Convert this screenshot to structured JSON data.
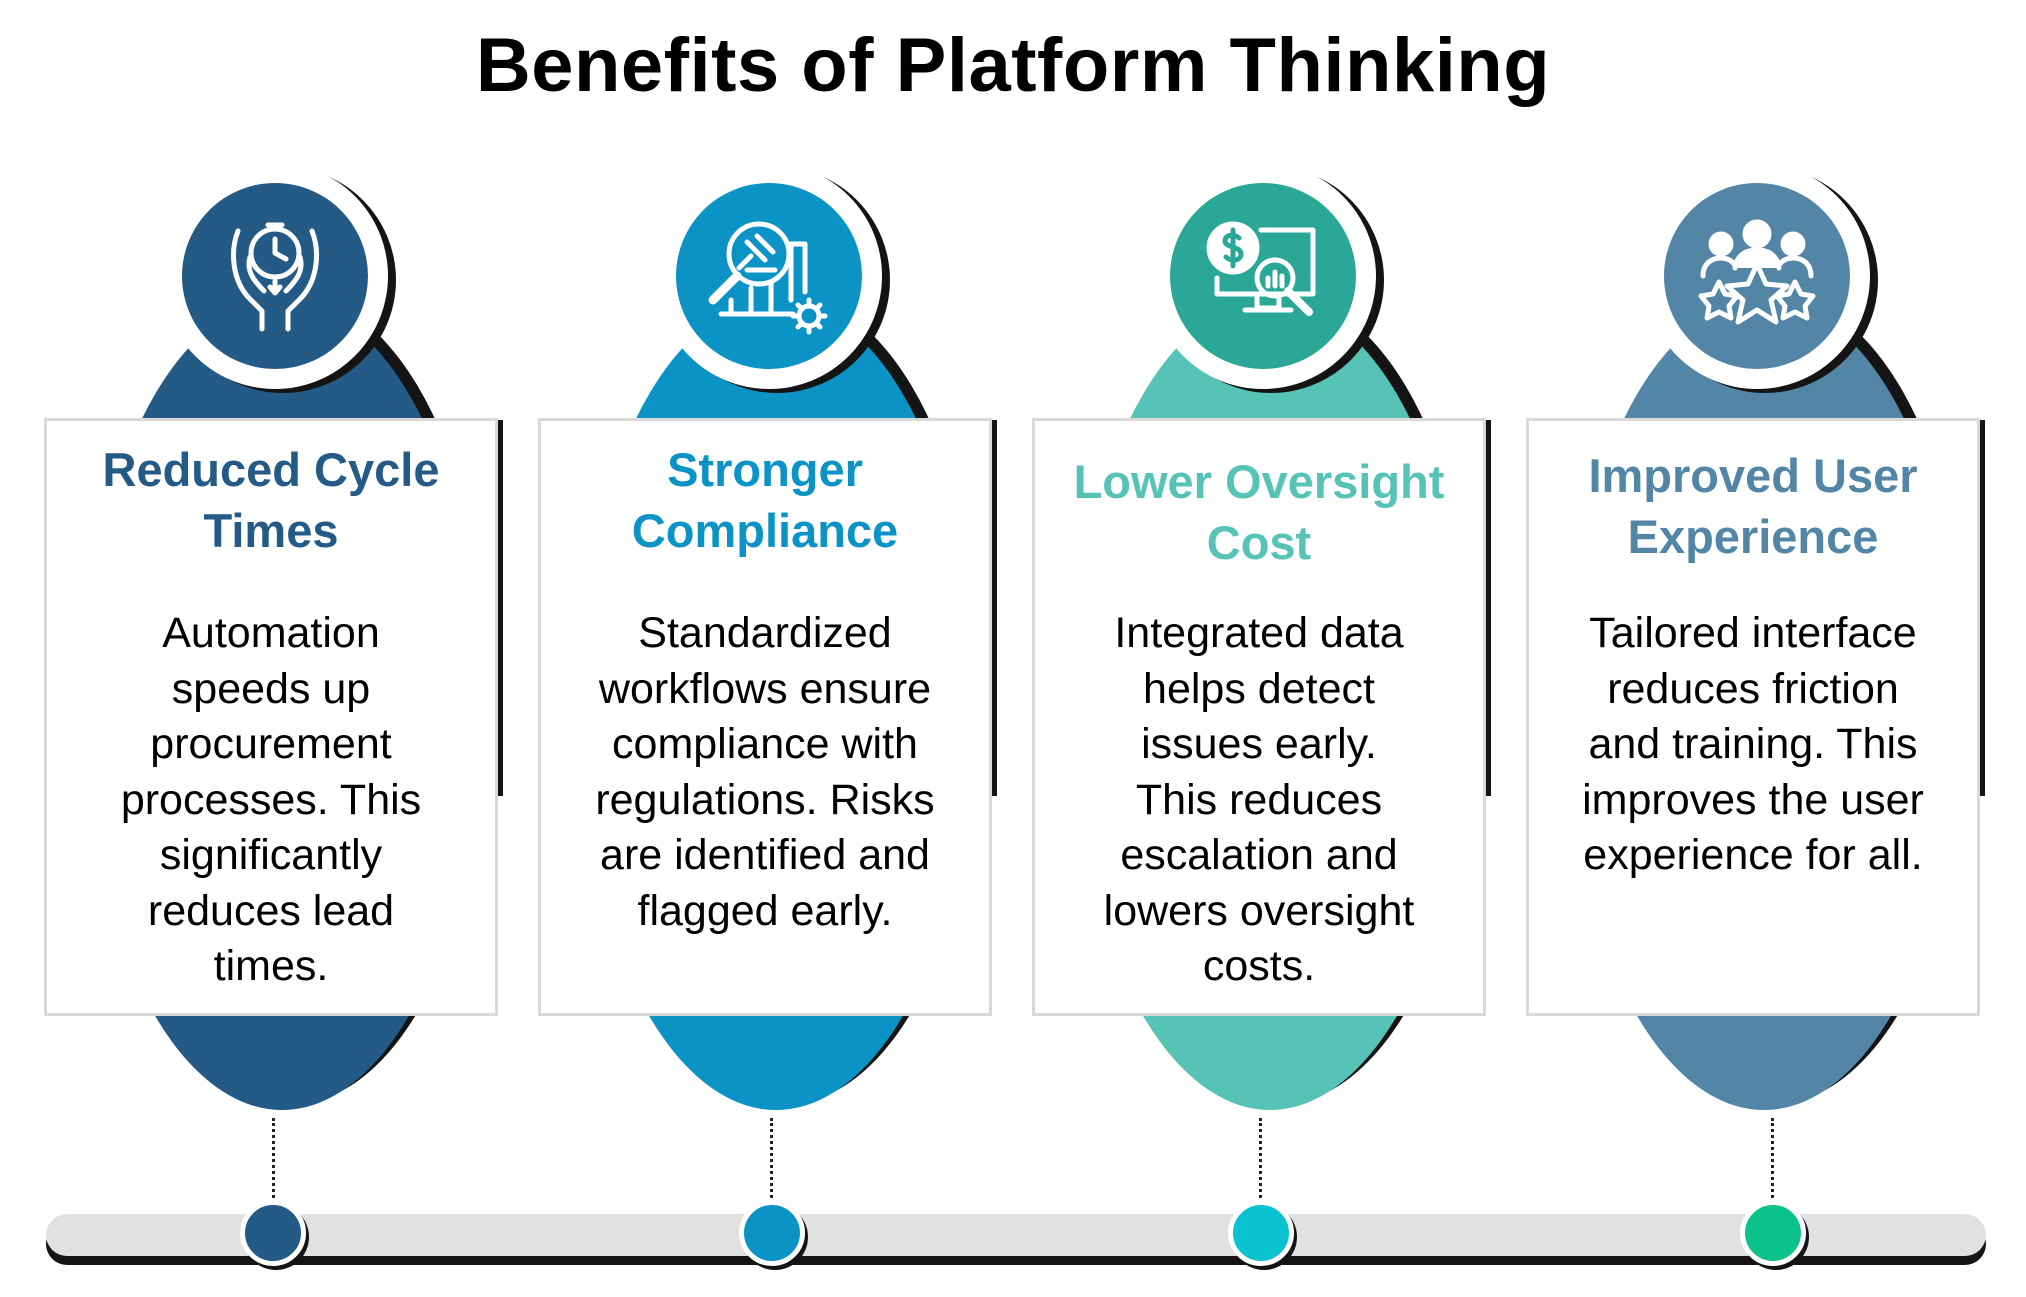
{
  "title": "Benefits of Platform Thinking",
  "colors": {
    "dark_blue": "#245a86",
    "blue": "#0b93c6",
    "teal": "#56c3b6",
    "slate_blue": "#5385a6",
    "dot_cyan": "#0bc2d0",
    "dot_green": "#0bc28a"
  },
  "items": [
    {
      "icon": "hands-clock-icon",
      "title_lines": [
        "Reduced Cycle",
        "Times"
      ],
      "body_lines": [
        "Automation",
        "speeds up",
        "procurement",
        "processes. This",
        "significantly",
        "reduces lead",
        "times."
      ]
    },
    {
      "icon": "gavel-magnifier-chart-icon",
      "title_lines": [
        "Stronger",
        "Compliance"
      ],
      "body_lines": [
        "Standardized",
        "workflows ensure",
        "compliance with",
        "regulations. Risks",
        "are identified and",
        "flagged early."
      ]
    },
    {
      "icon": "dollar-monitor-magnifier-icon",
      "title_lines": [
        "Lower Oversight",
        "Cost"
      ],
      "body_lines": [
        "Integrated data",
        "helps detect",
        "issues early.",
        "This reduces",
        "escalation and",
        "lowers oversight",
        "costs."
      ]
    },
    {
      "icon": "team-star-icon",
      "title_lines": [
        "Improved User",
        "Experience"
      ],
      "body_lines": [
        "Tailored interface",
        "reduces friction",
        "and training. This",
        "improves the user",
        "experience for all."
      ]
    }
  ]
}
